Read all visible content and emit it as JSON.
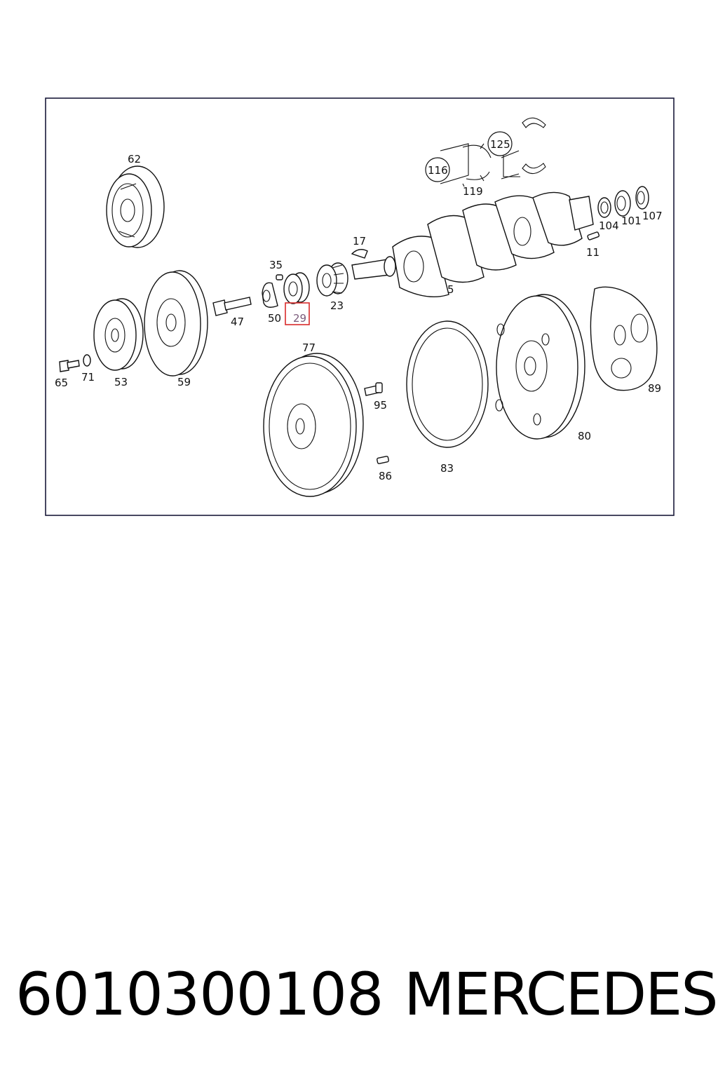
{
  "callouts": [
    "62",
    "116",
    "125",
    "119",
    "104",
    "101",
    "107",
    "11",
    "17",
    "35",
    "29",
    "23",
    "5",
    "47",
    "50",
    "65",
    "71",
    "53",
    "59",
    "77",
    "95",
    "86",
    "83",
    "80",
    "89"
  ],
  "highlight": {
    "label": "29",
    "color": "#d92b2b",
    "text_color": "#7a5a7a"
  },
  "colors": {
    "frame": "#1a1a3a",
    "ink": "#111111",
    "background": "#ffffff"
  },
  "footer": {
    "part_number": "6010300108",
    "brand": "MERCEDES"
  }
}
